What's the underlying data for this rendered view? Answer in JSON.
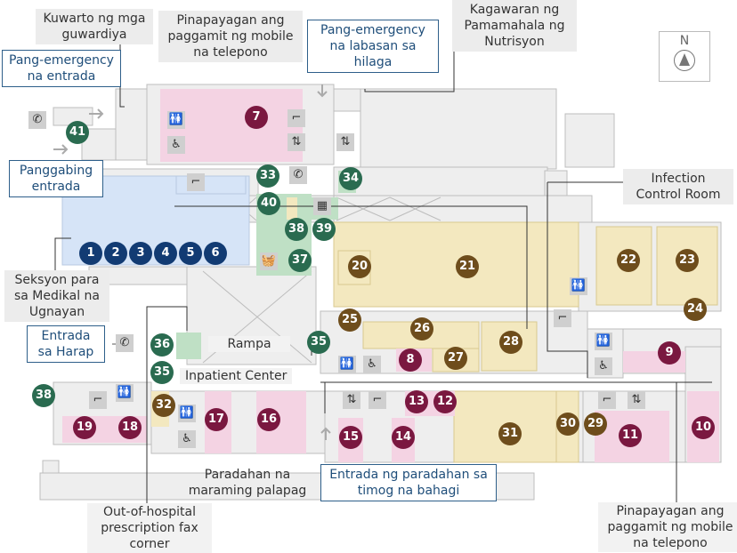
{
  "compass": {
    "north": "N"
  },
  "labels": {
    "guard_room": "Kuwarto ng mga guwardiya",
    "mobile_top": "Pinapayagan ang paggamit ng mobile na telepono",
    "emergency_exit_north": "Pang-emergency na labasan sa hilaga",
    "nutrition": "Kagawaran ng Pamamahala ng Nutrisyon",
    "emergency_entrance": "Pang-emergency na entrada",
    "night_entrance": "Panggabing entrada",
    "infection_control": "Infection Control Room",
    "medical_liaison": "Seksyon para sa Medikal na Ugnayan",
    "front_entrance": "Entrada sa Harap",
    "ramp": "Rampa",
    "inpatient_center": "Inpatient Center",
    "multilevel_parking": "Paradahan na maraming palapag",
    "south_entrance": "Entrada ng paradahan sa timog na bahagi",
    "fax_corner": "Out-of-hospital prescription fax corner",
    "mobile_bottom": "Pinapayagan ang paggamit ng mobile na telepono"
  },
  "markers": [
    {
      "id": "1",
      "color": "blue"
    },
    {
      "id": "2",
      "color": "blue"
    },
    {
      "id": "3",
      "color": "blue"
    },
    {
      "id": "4",
      "color": "blue"
    },
    {
      "id": "5",
      "color": "blue"
    },
    {
      "id": "6",
      "color": "blue"
    },
    {
      "id": "7",
      "color": "maroon"
    },
    {
      "id": "8",
      "color": "maroon"
    },
    {
      "id": "9",
      "color": "maroon"
    },
    {
      "id": "10",
      "color": "maroon"
    },
    {
      "id": "11",
      "color": "maroon"
    },
    {
      "id": "12",
      "color": "maroon"
    },
    {
      "id": "13",
      "color": "maroon"
    },
    {
      "id": "14",
      "color": "maroon"
    },
    {
      "id": "15",
      "color": "maroon"
    },
    {
      "id": "16",
      "color": "maroon"
    },
    {
      "id": "17",
      "color": "maroon"
    },
    {
      "id": "18",
      "color": "maroon"
    },
    {
      "id": "19",
      "color": "maroon"
    },
    {
      "id": "20",
      "color": "brown"
    },
    {
      "id": "21",
      "color": "brown"
    },
    {
      "id": "22",
      "color": "brown"
    },
    {
      "id": "23",
      "color": "brown"
    },
    {
      "id": "24",
      "color": "brown"
    },
    {
      "id": "25",
      "color": "brown"
    },
    {
      "id": "26",
      "color": "brown"
    },
    {
      "id": "27",
      "color": "brown"
    },
    {
      "id": "28",
      "color": "brown"
    },
    {
      "id": "29",
      "color": "brown"
    },
    {
      "id": "30",
      "color": "brown"
    },
    {
      "id": "31",
      "color": "brown"
    },
    {
      "id": "32",
      "color": "brown"
    },
    {
      "id": "33",
      "color": "green"
    },
    {
      "id": "34",
      "color": "green"
    },
    {
      "id": "35",
      "color": "green"
    },
    {
      "id": "35",
      "color": "green"
    },
    {
      "id": "36",
      "color": "green"
    },
    {
      "id": "37",
      "color": "green"
    },
    {
      "id": "38",
      "color": "green"
    },
    {
      "id": "38",
      "color": "green"
    },
    {
      "id": "39",
      "color": "green"
    },
    {
      "id": "40",
      "color": "green"
    },
    {
      "id": "41",
      "color": "green"
    }
  ],
  "icons": {
    "phone": "phone-icon",
    "restroom": "restroom-icon",
    "wheelchair": "wheelchair-icon",
    "stairs": "stairs-icon",
    "elevator": "elevator-icon",
    "shop": "basket-icon",
    "atm": "atm-icon"
  },
  "colors": {
    "blue_marker": "#123b73",
    "green_marker": "#2a6b50",
    "brown_marker": "#6e4d1c",
    "maroon_marker": "#7a1840",
    "blue_area": "#d6e4f7",
    "pink_area": "#f4d3e3",
    "yellow_area": "#f3e8bf",
    "green_area": "#bfe0c5",
    "gray_area": "#e5e5e5"
  }
}
